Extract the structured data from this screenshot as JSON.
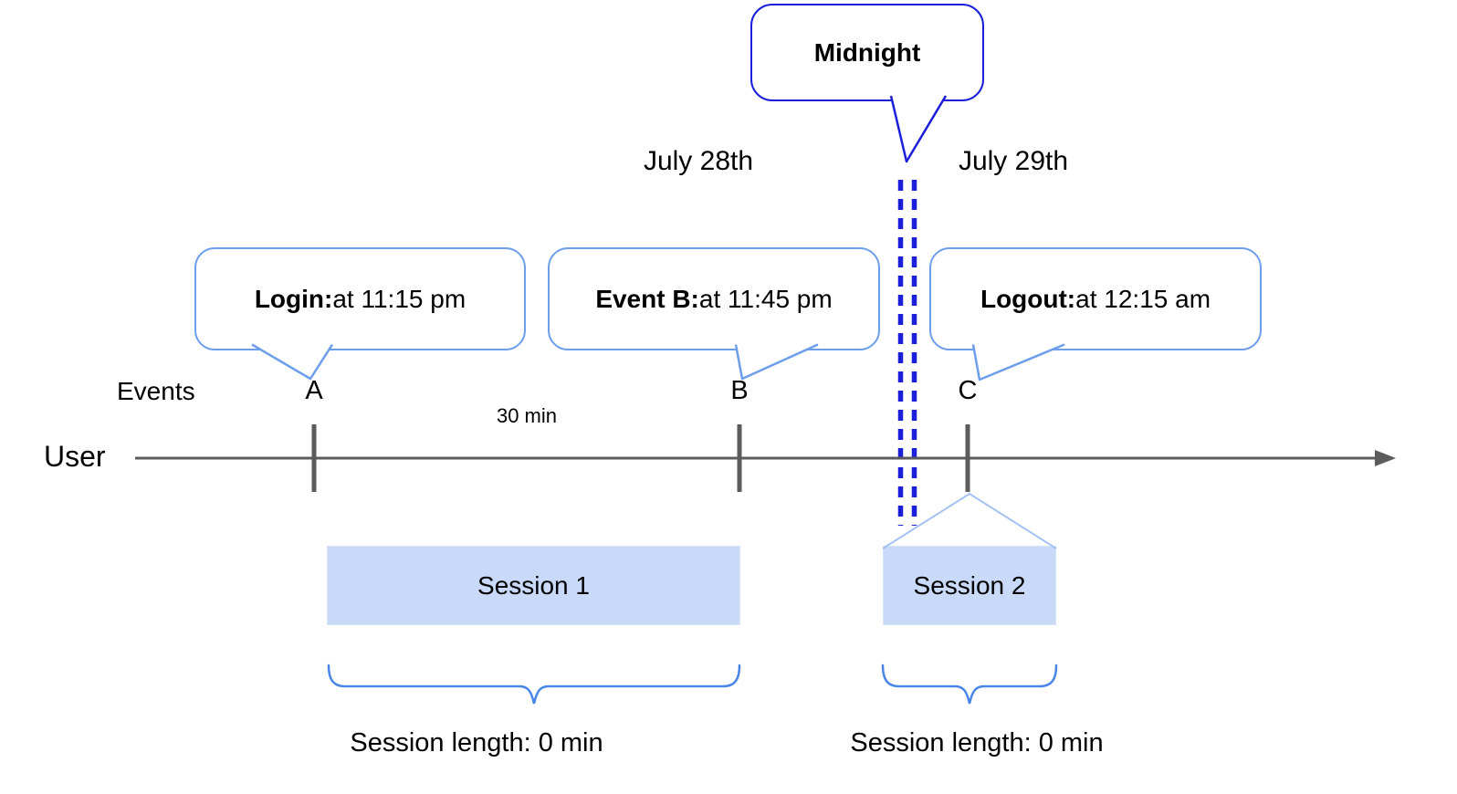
{
  "colors": {
    "midnight_blue": "#1b1fd9",
    "callout_border_blue": "#6d9eeb",
    "brace_blue": "#4a86e8",
    "session_fill_blue": "#c9daf8",
    "connector_light_blue": "#a4c2f4",
    "axis_gray": "#5c5c5c",
    "text_black": "#000000"
  },
  "midnight_callout": {
    "text": "Midnight"
  },
  "dates": {
    "before": "July 28th",
    "after": "July 29th"
  },
  "event_callouts": [
    {
      "label": "Login:",
      "detail": " at 11:15 pm"
    },
    {
      "label": "Event B:",
      "detail": " at 11:45 pm"
    },
    {
      "label": "Logout:",
      "detail": " at 12:15 am"
    }
  ],
  "timeline": {
    "row_label": "User",
    "events_label": "Events",
    "tick_labels": [
      "A",
      "B",
      "C"
    ],
    "interval_label": "30 min"
  },
  "sessions": [
    {
      "label": "Session 1",
      "length_label": "Session length: 0 min"
    },
    {
      "label": "Session 2",
      "length_label": "Session length: 0 min"
    }
  ]
}
